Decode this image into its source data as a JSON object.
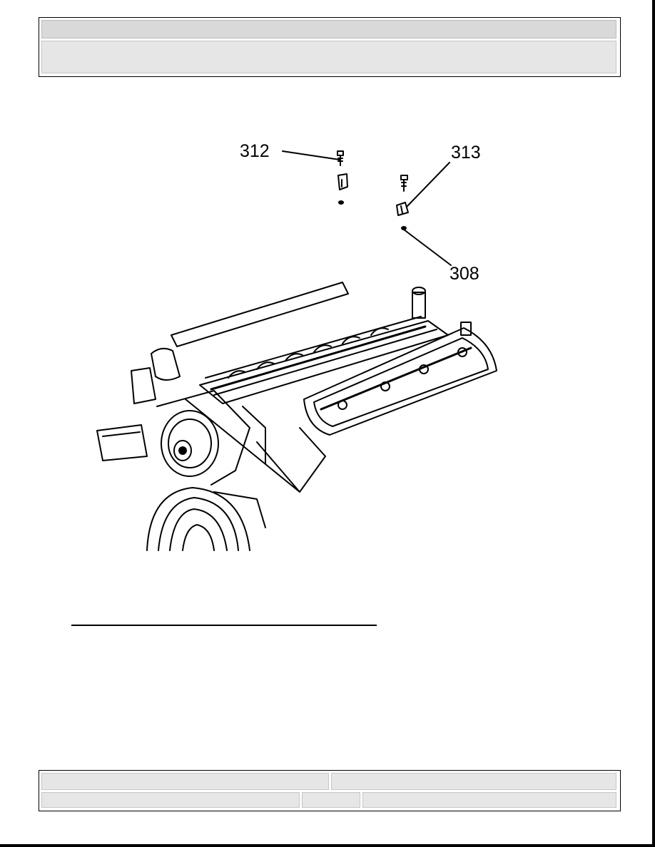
{
  "figure": {
    "callouts": {
      "c312": "312",
      "c313": "313",
      "c308": "308"
    }
  }
}
